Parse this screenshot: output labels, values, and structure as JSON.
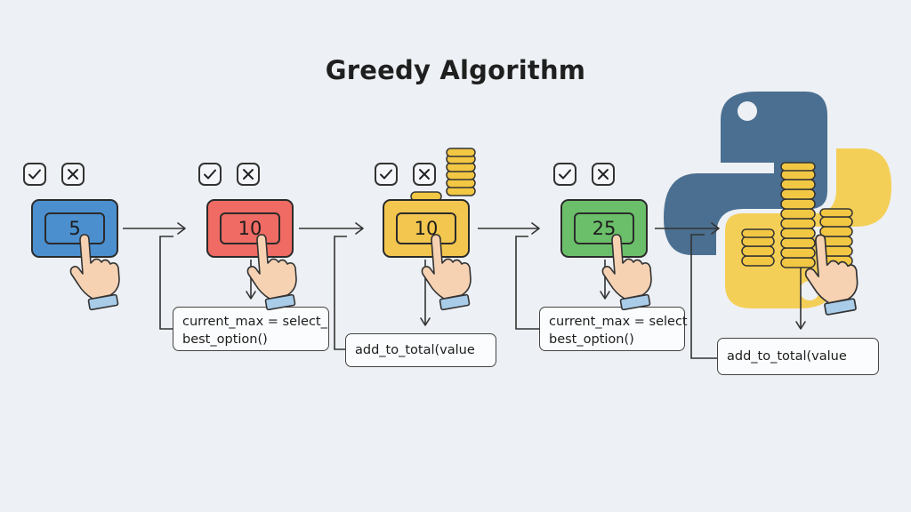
{
  "title": "Greedy Algorithm",
  "steps": [
    {
      "value": "5",
      "color": "#4b8fcf"
    },
    {
      "value": "10",
      "color": "#ef6b63"
    },
    {
      "value": "10",
      "color": "#f3c64f"
    },
    {
      "value": "25",
      "color": "#6cbf6a"
    }
  ],
  "code_boxes": [
    {
      "line1": "current_max = select_",
      "line2": "best_option()"
    },
    {
      "line1": "add_to_total(value",
      "line2": ""
    },
    {
      "line1": "current_max = select",
      "line2": "best_option()"
    },
    {
      "line1": "add_to_total(value",
      "line2": ""
    }
  ],
  "icons": {
    "check": "check-icon",
    "cross": "x-icon",
    "hand": "pointing-hand-icon",
    "coins": "coin-stack-icon",
    "logo": "python-logo"
  },
  "colors": {
    "python_blue": "#4a6f91",
    "python_yellow": "#f4cf57",
    "coin": "#f2c744",
    "skin": "#f6d2b3",
    "cuff": "#a9cce8"
  }
}
